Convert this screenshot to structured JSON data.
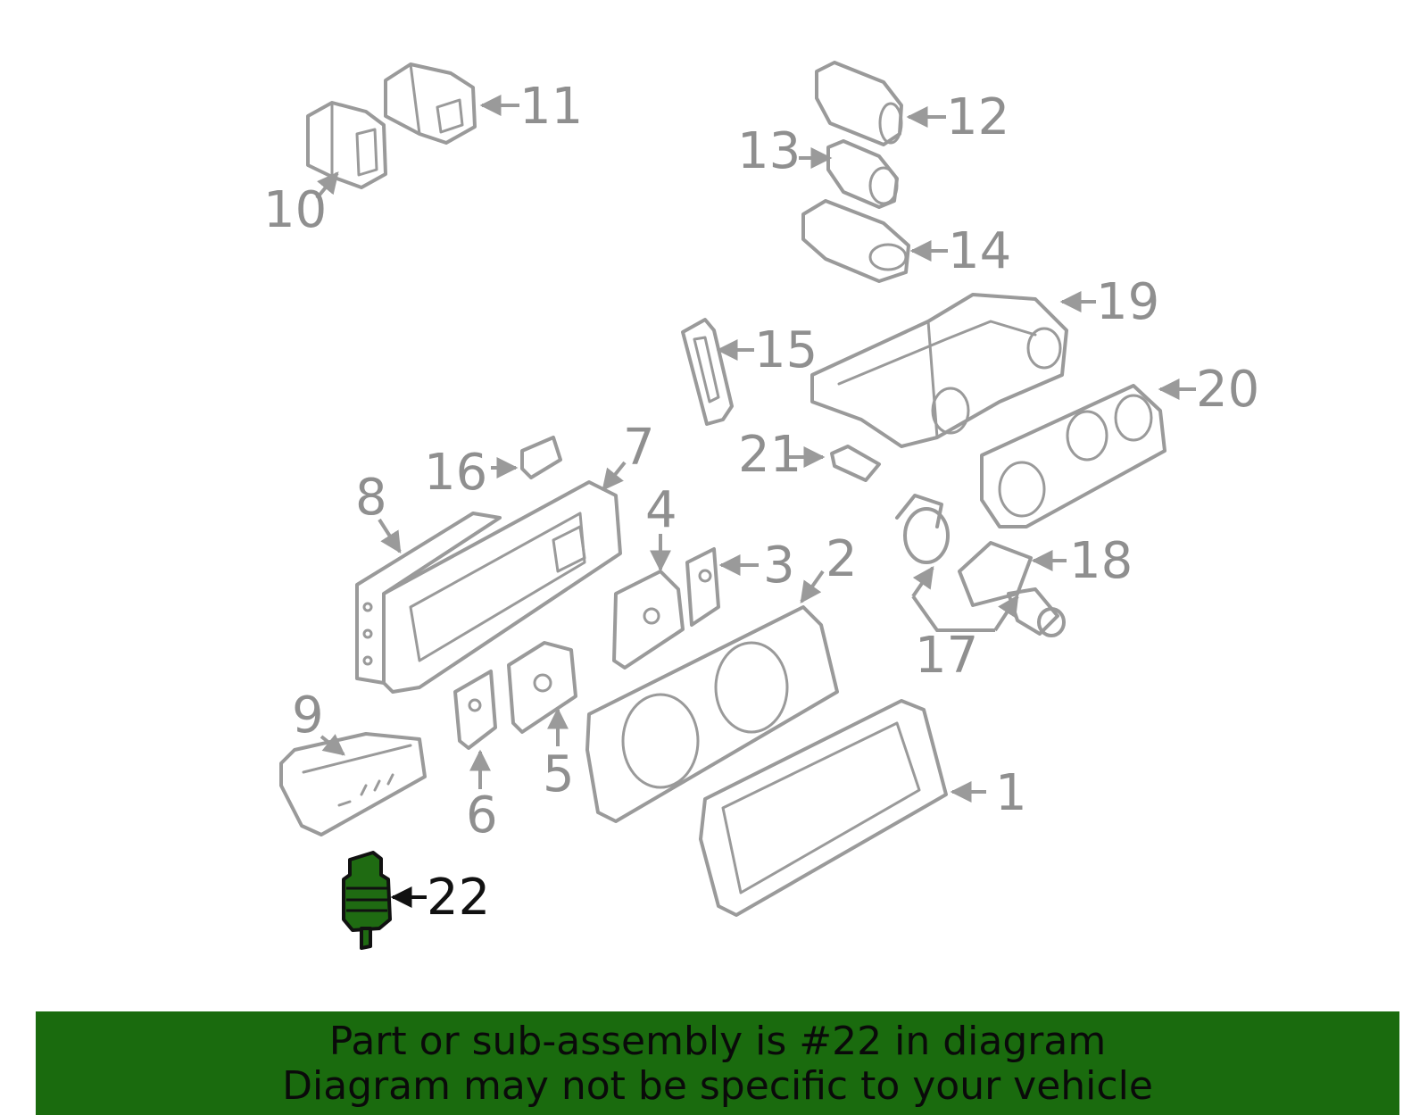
{
  "diagram": {
    "callouts": [
      "1",
      "2",
      "3",
      "4",
      "5",
      "6",
      "7",
      "8",
      "9",
      "10",
      "11",
      "12",
      "13",
      "14",
      "15",
      "16",
      "17",
      "18",
      "19",
      "20",
      "21",
      "22"
    ],
    "highlighted_callout": "22",
    "highlight_color": "#1f6b12",
    "part_line_color": "#9a9a9a"
  },
  "banner": {
    "line1": "Part or sub-assembly is #22 in diagram",
    "line2": "Diagram may not be specific to your vehicle",
    "background_color": "#1a6b0e"
  }
}
